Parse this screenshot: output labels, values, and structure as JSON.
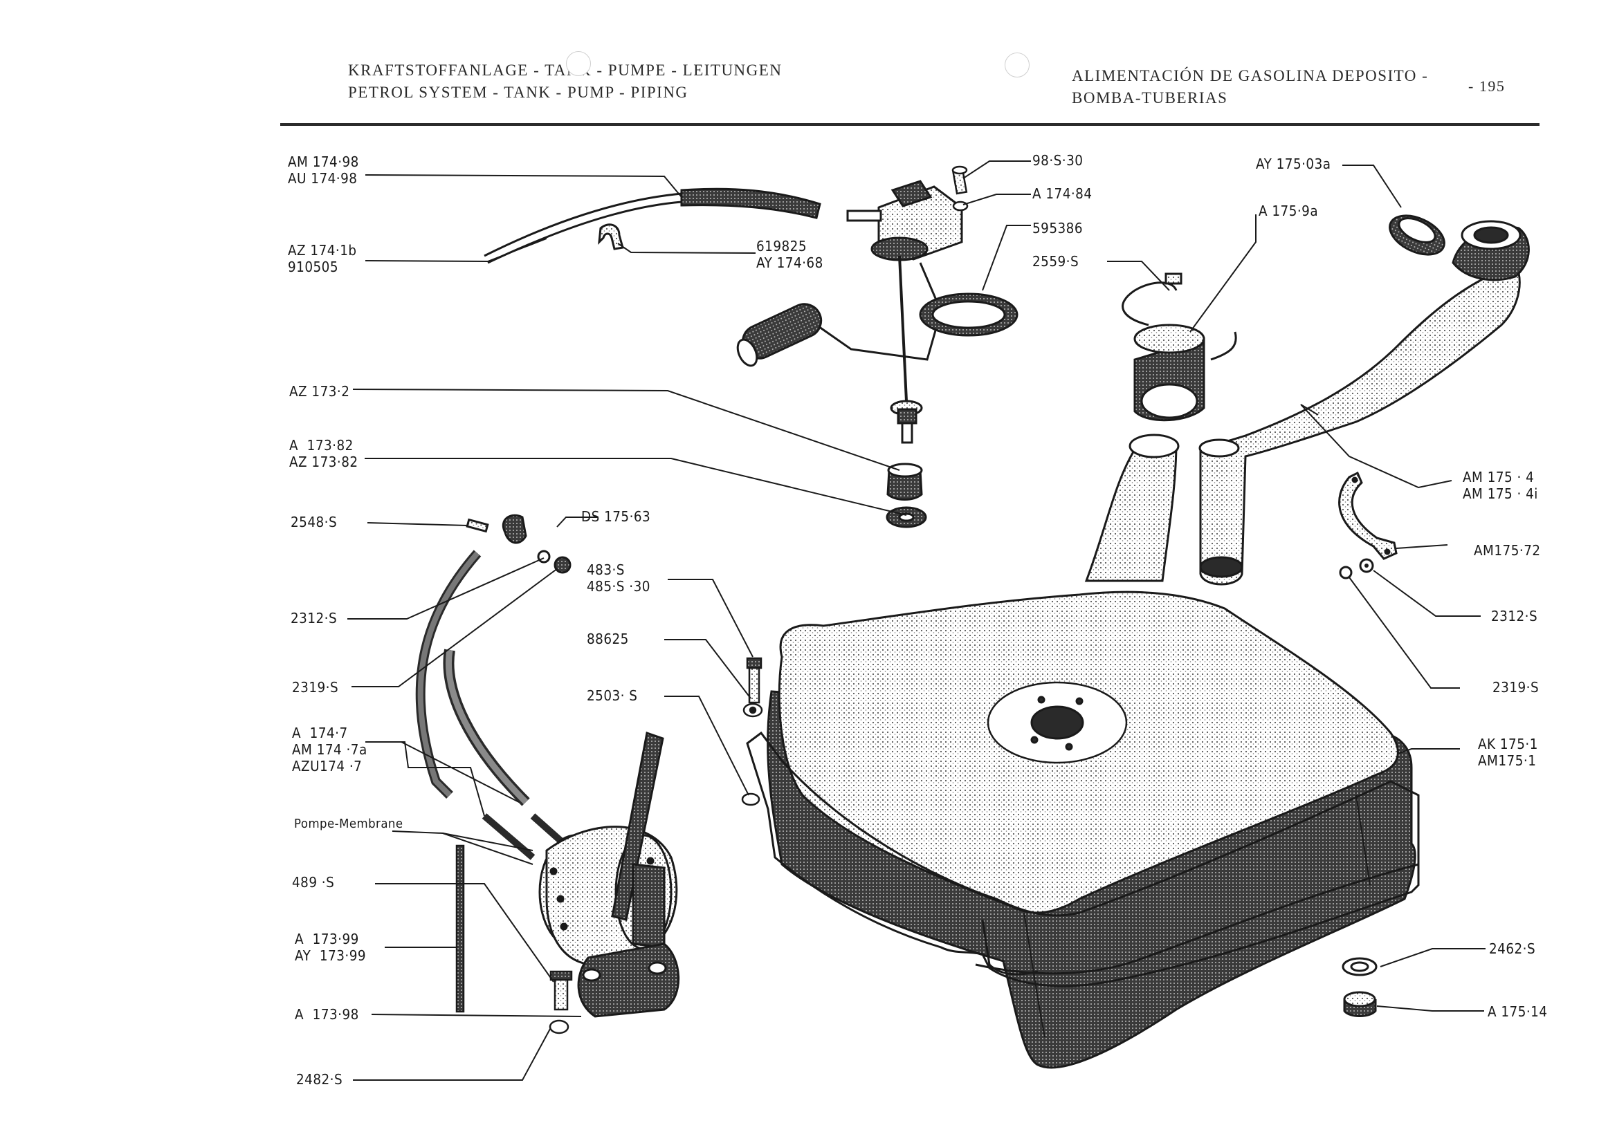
{
  "header": {
    "de_title": "KRAFTSTOFFANLAGE - TANK - PUMPE - LEITUNGEN",
    "en_title": "PETROL SYSTEM - TANK - PUMP - PIPING",
    "es_title_line1": "ALIMENTACIÓN DE GASOLINA DEPOSITO -",
    "es_title_line2": "BOMBA-TUBERIAS",
    "page_number": "- 195"
  },
  "labels": {
    "am174_98": "AM 174·98",
    "au174_98": "AU 174·98",
    "az174_1b": "AZ 174·1b",
    "n910505": "910505",
    "n619825": "619825",
    "ay174_68": "AY 174·68",
    "s98_30": "98·S·30",
    "a174_84": "A 174·84",
    "n595386": "595386",
    "s2559": "2559·S",
    "a175_9a": "A 175·9a",
    "ay175_03a": "AY 175·03a",
    "az173_2": "AZ 173·2",
    "a173_82": "A  173·82",
    "az173_82": "AZ 173·82",
    "s2548": "2548·S",
    "ds175_63": "DS 175·63",
    "s2312_left": "2312·S",
    "s2319_left": "2319·S",
    "s483": "483·S",
    "s485_30": "485·S ·30",
    "n88625": "88625",
    "s2503": "2503· S",
    "a174_7": "A  174·7",
    "am174_7a": "AM 174 ·7a",
    "azu174_7": "AZU174 ·7",
    "pompe_membrane": "Pompe-Membrane",
    "s489": "489 ·S",
    "a173_99": "A  173·99",
    "ay173_99": "AY  173·99",
    "a173_98": "A  173·98",
    "s2482": "2482·S",
    "am175_4": "AM 175 · 4",
    "am175_4i": "AM 175 · 4i",
    "am175_72": "AM175·72",
    "s2312_right": "2312·S",
    "s2319_right": "2319·S",
    "ak175_1": "AK 175·1",
    "am175_1": "AM175·1",
    "s2462": "2462·S",
    "a175_14": "A 175·14"
  },
  "illustration": {
    "subject": "exploded view of fuel tank, fuel pump, sender and piping",
    "ink_color": "#1a1a1a"
  }
}
